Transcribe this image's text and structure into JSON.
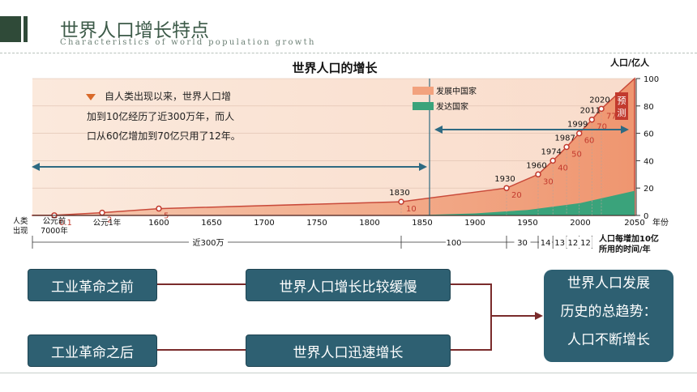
{
  "header": {
    "title": "世界人口增长特点",
    "subtitle": "Characteristics of world population growth"
  },
  "chart_data": {
    "type": "area",
    "title": "世界人口的增长",
    "ylabel": "人口/亿人",
    "xlabel_suffix": "年份",
    "ylim": [
      0,
      100
    ],
    "yticks": [
      "0",
      "20",
      "40",
      "60",
      "80",
      "100"
    ],
    "xticks": [
      "1600",
      "1650",
      "1700",
      "1750",
      "1800",
      "1850",
      "1900",
      "1950",
      "2000"
    ],
    "x_special_labels": [
      "人类\n出现",
      "公元前\n7000年",
      "公元1年",
      "2050"
    ],
    "legend": [
      {
        "name": "发展中国家",
        "color": "#f2a27e"
      },
      {
        "name": "发达国家",
        "color": "#3aa37b"
      }
    ],
    "annotation_text": [
      "自人类出现以来，世界人口增",
      "加到10亿经历了近300万年，而人",
      "口从60亿增加到70亿只用了12年。"
    ],
    "forecast_label": [
      "预",
      "测"
    ],
    "data_points": [
      {
        "year": "人类出现",
        "label": "0.1",
        "value": 0.1
      },
      {
        "year": "公元1年",
        "label": "2",
        "value": 2
      },
      {
        "year": "1600",
        "label": "5",
        "value": 5
      },
      {
        "year": "1830",
        "label": "10",
        "value": 10
      },
      {
        "year": "1930",
        "label": "20",
        "value": 20
      },
      {
        "year": "1960",
        "label": "30",
        "value": 30
      },
      {
        "year": "1974",
        "label": "40",
        "value": 40
      },
      {
        "year": "1987",
        "label": "50",
        "value": 50
      },
      {
        "year": "1999",
        "label": "60",
        "value": 60
      },
      {
        "year": "2011",
        "label": "70",
        "value": 70
      },
      {
        "year": "2020",
        "label": "77.9",
        "value": 77.9
      }
    ],
    "duration_labels": [
      "近300万",
      "100",
      "30",
      "14",
      "13",
      "12",
      "12"
    ],
    "duration_note": [
      "人口每增加10亿",
      "所用的时间/年"
    ]
  },
  "flow": {
    "before": "工业革命之前",
    "after": "工业革命之后",
    "slow": "世界人口增长比较缓慢",
    "fast": "世界人口迅速增长",
    "conclusion": [
      "世界人口发展",
      "历史的总趋势：",
      "人口不断增长"
    ]
  },
  "colors": {
    "accent": "#2e6072",
    "arrow": "#7a2b2b",
    "header": "#2f4a38"
  }
}
